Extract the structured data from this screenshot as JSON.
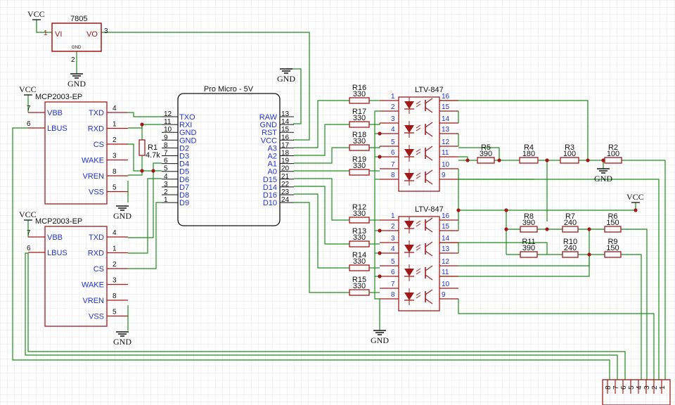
{
  "power": {
    "vcc": "VCC",
    "gnd": "GND"
  },
  "regulator": {
    "name": "7805",
    "vi": "VI",
    "vo": "VO",
    "gnd": "GND",
    "pin_vi": "1",
    "pin_vo": "3",
    "pin_gnd": "2"
  },
  "mcp1": {
    "name": "MCP2003-EP",
    "left": [
      {
        "pin": "7",
        "label": "VBB"
      },
      {
        "pin": "6",
        "label": "LBUS"
      }
    ],
    "right": [
      {
        "pin": "4",
        "label": "TXD"
      },
      {
        "pin": "1",
        "label": "RXD"
      },
      {
        "pin": "2",
        "label": "CS"
      },
      {
        "pin": "3",
        "label": "WAKE"
      },
      {
        "pin": "8",
        "label": "VREN"
      },
      {
        "pin": "5",
        "label": "VSS"
      }
    ]
  },
  "mcp2": {
    "name": "MCP2003-EP",
    "left": [
      {
        "pin": "7",
        "label": "VBB"
      },
      {
        "pin": "6",
        "label": "LBUS"
      }
    ],
    "right": [
      {
        "pin": "4",
        "label": "TXD"
      },
      {
        "pin": "1",
        "label": "RXD"
      },
      {
        "pin": "2",
        "label": "CS"
      },
      {
        "pin": "3",
        "label": "WAKE"
      },
      {
        "pin": "8",
        "label": "VREN"
      },
      {
        "pin": "5",
        "label": "VSS"
      }
    ]
  },
  "r1": {
    "name": "R1",
    "value": "4.7k"
  },
  "promicro": {
    "name": "Pro Micro - 5V",
    "left": [
      {
        "pin": "12",
        "label": "TXO"
      },
      {
        "pin": "11",
        "label": "RXI"
      },
      {
        "pin": "10",
        "label": "GND"
      },
      {
        "pin": "9",
        "label": "GND"
      },
      {
        "pin": "8",
        "label": "D2"
      },
      {
        "pin": "7",
        "label": "D3"
      },
      {
        "pin": "6",
        "label": "D4"
      },
      {
        "pin": "5",
        "label": "D5"
      },
      {
        "pin": "4",
        "label": "D6"
      },
      {
        "pin": "3",
        "label": "D7"
      },
      {
        "pin": "2",
        "label": "D8"
      },
      {
        "pin": "1",
        "label": "D9"
      }
    ],
    "right": [
      {
        "pin": "13",
        "label": "RAW"
      },
      {
        "pin": "14",
        "label": "GND"
      },
      {
        "pin": "15",
        "label": "RST"
      },
      {
        "pin": "16",
        "label": "VCC"
      },
      {
        "pin": "17",
        "label": "A3"
      },
      {
        "pin": "18",
        "label": "A2"
      },
      {
        "pin": "19",
        "label": "A1"
      },
      {
        "pin": "20",
        "label": "A0"
      },
      {
        "pin": "21",
        "label": "D15"
      },
      {
        "pin": "22",
        "label": "D14"
      },
      {
        "pin": "23",
        "label": "D16"
      },
      {
        "pin": "24",
        "label": "D10"
      }
    ]
  },
  "series_resistors": [
    {
      "name": "R16",
      "value": "330"
    },
    {
      "name": "R17",
      "value": "330"
    },
    {
      "name": "R18",
      "value": "330"
    },
    {
      "name": "R19",
      "value": "330"
    },
    {
      "name": "R12",
      "value": "330"
    },
    {
      "name": "R13",
      "value": "330"
    },
    {
      "name": "R14",
      "value": "330"
    },
    {
      "name": "R15",
      "value": "330"
    }
  ],
  "opto1": {
    "name": "LTV-847",
    "left_pins": [
      "1",
      "2",
      "3",
      "4",
      "5",
      "6",
      "7",
      "8"
    ],
    "right_pins": [
      "16",
      "15",
      "14",
      "13",
      "12",
      "11",
      "10",
      "9"
    ]
  },
  "opto2": {
    "name": "LTV-847",
    "left_pins": [
      "1",
      "2",
      "3",
      "4",
      "5",
      "6",
      "7",
      "8"
    ],
    "right_pins": [
      "16",
      "15",
      "14",
      "13",
      "12",
      "11",
      "10",
      "9"
    ]
  },
  "ladder1": [
    {
      "name": "R5",
      "value": "390"
    },
    {
      "name": "R4",
      "value": "180"
    },
    {
      "name": "R3",
      "value": "100"
    },
    {
      "name": "R2",
      "value": "100"
    }
  ],
  "ladder2": [
    {
      "name": "R8",
      "value": "390"
    },
    {
      "name": "R7",
      "value": "240"
    },
    {
      "name": "R6",
      "value": "150"
    }
  ],
  "ladder3": [
    {
      "name": "R11",
      "value": "390"
    },
    {
      "name": "R10",
      "value": "240"
    },
    {
      "name": "R9",
      "value": "150"
    }
  ],
  "connector": {
    "pins": [
      "8",
      "7",
      "6",
      "5",
      "4",
      "3",
      "2",
      "1"
    ]
  },
  "colors": {
    "wire": "#1e8a1e",
    "part": "#a01818",
    "pin_label": "#2233cc",
    "grid": "#e2e2e2"
  }
}
